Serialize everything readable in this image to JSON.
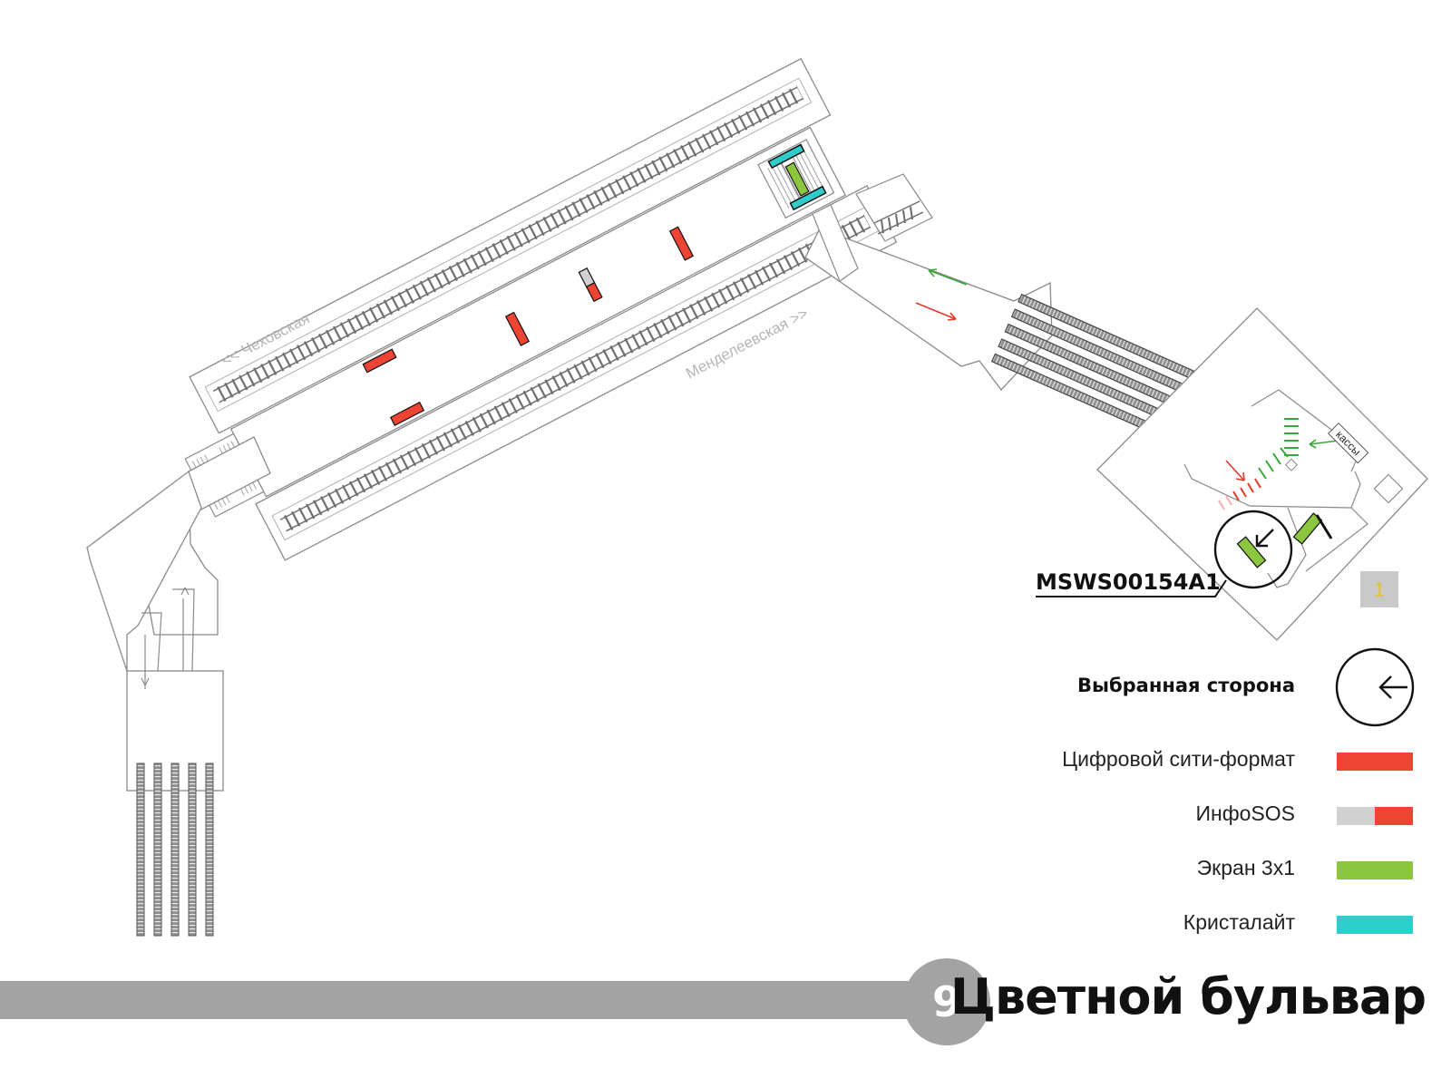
{
  "map": {
    "direction_left": "<< Чеховская",
    "direction_right": "Менделеевская >>",
    "kassy_label": "кассы",
    "exit_number": "1",
    "selected_code": "MSWS00154A1"
  },
  "legend": {
    "selected_side": "Выбранная сторона",
    "items": [
      {
        "label": "Цифровой сити-формат",
        "colors": [
          "#ee4433"
        ]
      },
      {
        "label": "ИнфоSOS",
        "colors": [
          "#d0d0d0",
          "#ee4433"
        ]
      },
      {
        "label": "Экран 3х1",
        "colors": [
          "#8cc63f"
        ]
      },
      {
        "label": "Кристалайт",
        "colors": [
          "#2ccdca"
        ]
      }
    ]
  },
  "colors": {
    "red": "#ee4433",
    "green": "#8cc63f",
    "cyan": "#2ccdca",
    "infosos_grey": "#d0d0d0",
    "line_grey": "#a3a3a3",
    "outline": "#8a8a8a"
  },
  "line": {
    "number": "9",
    "station": "Цветной бульвар"
  }
}
